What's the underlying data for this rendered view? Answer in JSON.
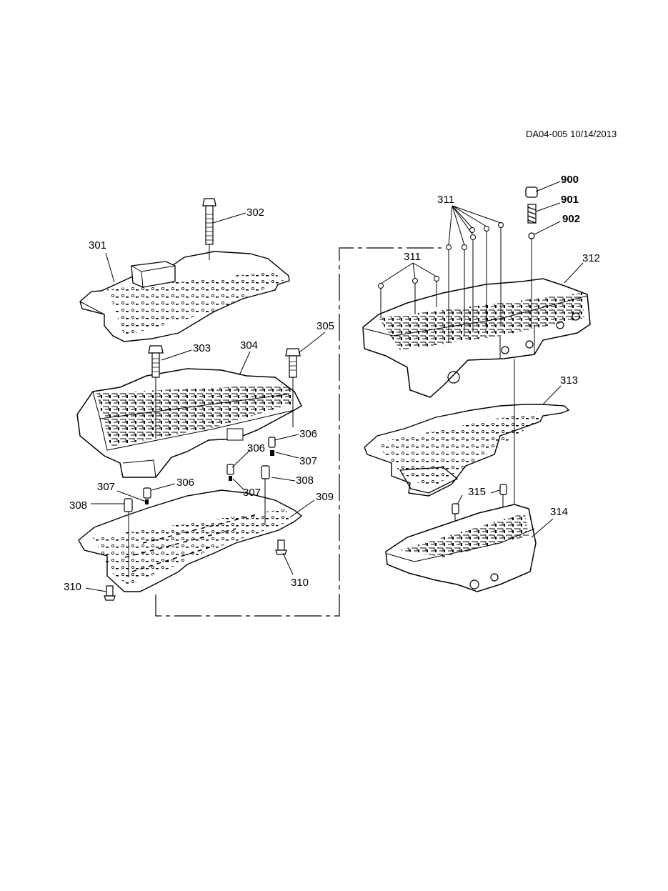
{
  "diagram_ref": "DA04-005 10/14/2013",
  "callouts": {
    "c301": "301",
    "c302": "302",
    "c303": "303",
    "c304": "304",
    "c305": "305",
    "c306a": "306",
    "c306b": "306",
    "c306c": "306",
    "c307a": "307",
    "c307b": "307",
    "c307c": "307",
    "c308a": "308",
    "c308b": "308",
    "c309": "309",
    "c310a": "310",
    "c310b": "310",
    "c311a": "311",
    "c311b": "311",
    "c312": "312",
    "c313": "313",
    "c314": "314",
    "c315": "315",
    "c900": "900",
    "c901": "901",
    "c902": "902"
  }
}
